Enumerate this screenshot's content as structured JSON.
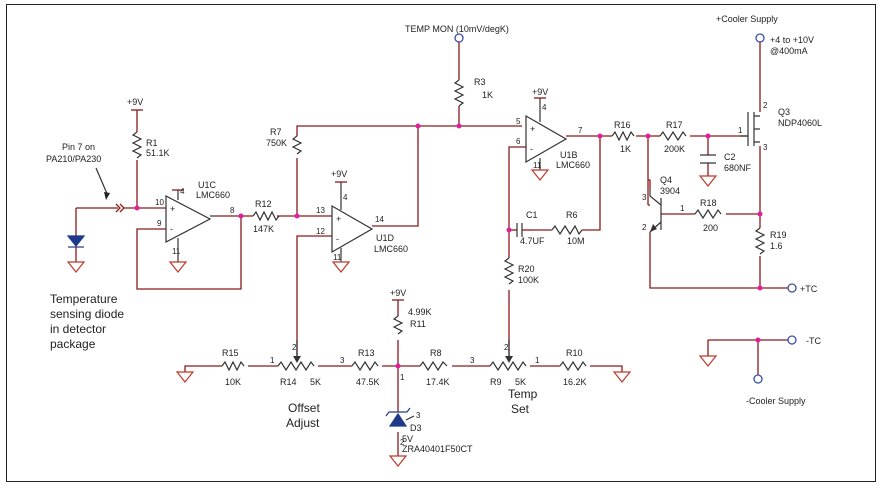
{
  "labels": {
    "cooler_supply_top": "+Cooler Supply",
    "supply_range": "+4 to +10V",
    "supply_current": "@400mA",
    "temp_mon": "TEMP MON (10mV/degK)",
    "pin7_line1": "Pin 7 on",
    "pin7_line2": "PA210/PA230",
    "sensor_line1": "Temperature",
    "sensor_line2": "sensing diode",
    "sensor_line3": "in detector",
    "sensor_line4": "package",
    "offset_line1": "Offset",
    "offset_line2": "Adjust",
    "temp_set_line1": "Temp",
    "temp_set_line2": "Set",
    "plus_tc": "+TC",
    "minus_tc": "-TC",
    "cooler_supply_bottom": "-Cooler Supply",
    "plus9v_1": "+9V",
    "plus9v_2": "+9V",
    "plus9v_3": "+9V",
    "plus9v_4": "+9V"
  },
  "components": {
    "r1": {
      "ref": "R1",
      "value": "51.1K"
    },
    "r3": {
      "ref": "R3",
      "value": "1K"
    },
    "r6": {
      "ref": "R6",
      "value": "10M"
    },
    "r7": {
      "ref": "R7",
      "value": "750K"
    },
    "r8": {
      "ref": "R8",
      "value": "17.4K"
    },
    "r9": {
      "ref": "R9",
      "value": "5K"
    },
    "r10": {
      "ref": "R10",
      "value": "16.2K"
    },
    "r11": {
      "ref": "R11",
      "value": "4.99K"
    },
    "r12": {
      "ref": "R12",
      "value": "147K"
    },
    "r13": {
      "ref": "R13",
      "value": "47.5K"
    },
    "r14": {
      "ref": "R14",
      "value": "5K"
    },
    "r15": {
      "ref": "R15",
      "value": "10K"
    },
    "r16": {
      "ref": "R16",
      "value": "1K"
    },
    "r17": {
      "ref": "R17",
      "value": "200K"
    },
    "r18": {
      "ref": "R18",
      "value": "200"
    },
    "r19": {
      "ref": "R19",
      "value": "1.6"
    },
    "r20": {
      "ref": "R20",
      "value": "100K"
    },
    "c1": {
      "ref": "C1",
      "value": "4.7UF"
    },
    "c2": {
      "ref": "C2",
      "value": "680NF"
    },
    "u1c": {
      "ref": "U1C",
      "value": "LMC660"
    },
    "u1d": {
      "ref": "U1D",
      "value": "LMC660"
    },
    "u1b": {
      "ref": "U1B",
      "value": "LMC660"
    },
    "q3": {
      "ref": "Q3",
      "value": "NDP4060L"
    },
    "q4": {
      "ref": "Q4",
      "value": "3904"
    },
    "d3": {
      "ref": "D3",
      "value": "5V",
      "part": "ZRA40401F50CT"
    }
  },
  "pins": {
    "u1c_in_plus": "10",
    "u1c_in_minus": "9",
    "u1c_out": "8",
    "u1c_vdd": "4",
    "u1c_gnd": "11",
    "u1d_in_plus": "13",
    "u1d_in_minus": "12",
    "u1d_out": "14",
    "u1d_vdd": "4",
    "u1d_gnd": "11",
    "u1b_in_plus": "5",
    "u1b_in_minus": "6",
    "u1b_out": "7",
    "u1b_vdd": "4",
    "u1b_gnd": "11",
    "q3_d": "2",
    "q3_g": "1",
    "q3_s": "3",
    "q4_c": "3",
    "q4_b": "1",
    "q4_e": "2",
    "r14_1": "1",
    "r14_2": "2",
    "r14_3": "3",
    "r9_1": "1",
    "r9_2": "2",
    "r9_3": "3",
    "d3_1": "1",
    "d3_2": "2",
    "d3_3": "3"
  }
}
